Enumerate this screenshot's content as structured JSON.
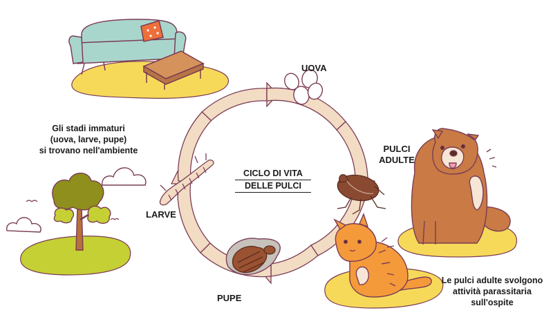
{
  "center_title": {
    "line1": "CICLO DI VITA",
    "line2": "DELLE PULCI"
  },
  "stages": {
    "eggs": "UOVA",
    "adults_line1": "PULCI",
    "adults_line2": "ADULTE",
    "pupae": "PUPE",
    "larvae": "LARVE"
  },
  "notes": {
    "environment": [
      "Gli stadi immaturi",
      "(uova, larve, pupe)",
      "si trovano nell'ambiente"
    ],
    "host": [
      "Le pulci adulte svolgono",
      "attività parassitaria",
      "sull'ospite"
    ]
  },
  "colors": {
    "cycle_ring": "#f2dcc4",
    "outline": "#7a3c55",
    "yellow_patch": "#f7d95a",
    "green_patch": "#c5d034",
    "sofa": "#a9d6cc",
    "cushion": "#ef6f3a",
    "table": "#d5925a",
    "tree_leaves": "#8e8f1c",
    "cat": "#f59a3a",
    "dog": "#c97a45",
    "flea": "#8a4a32"
  }
}
